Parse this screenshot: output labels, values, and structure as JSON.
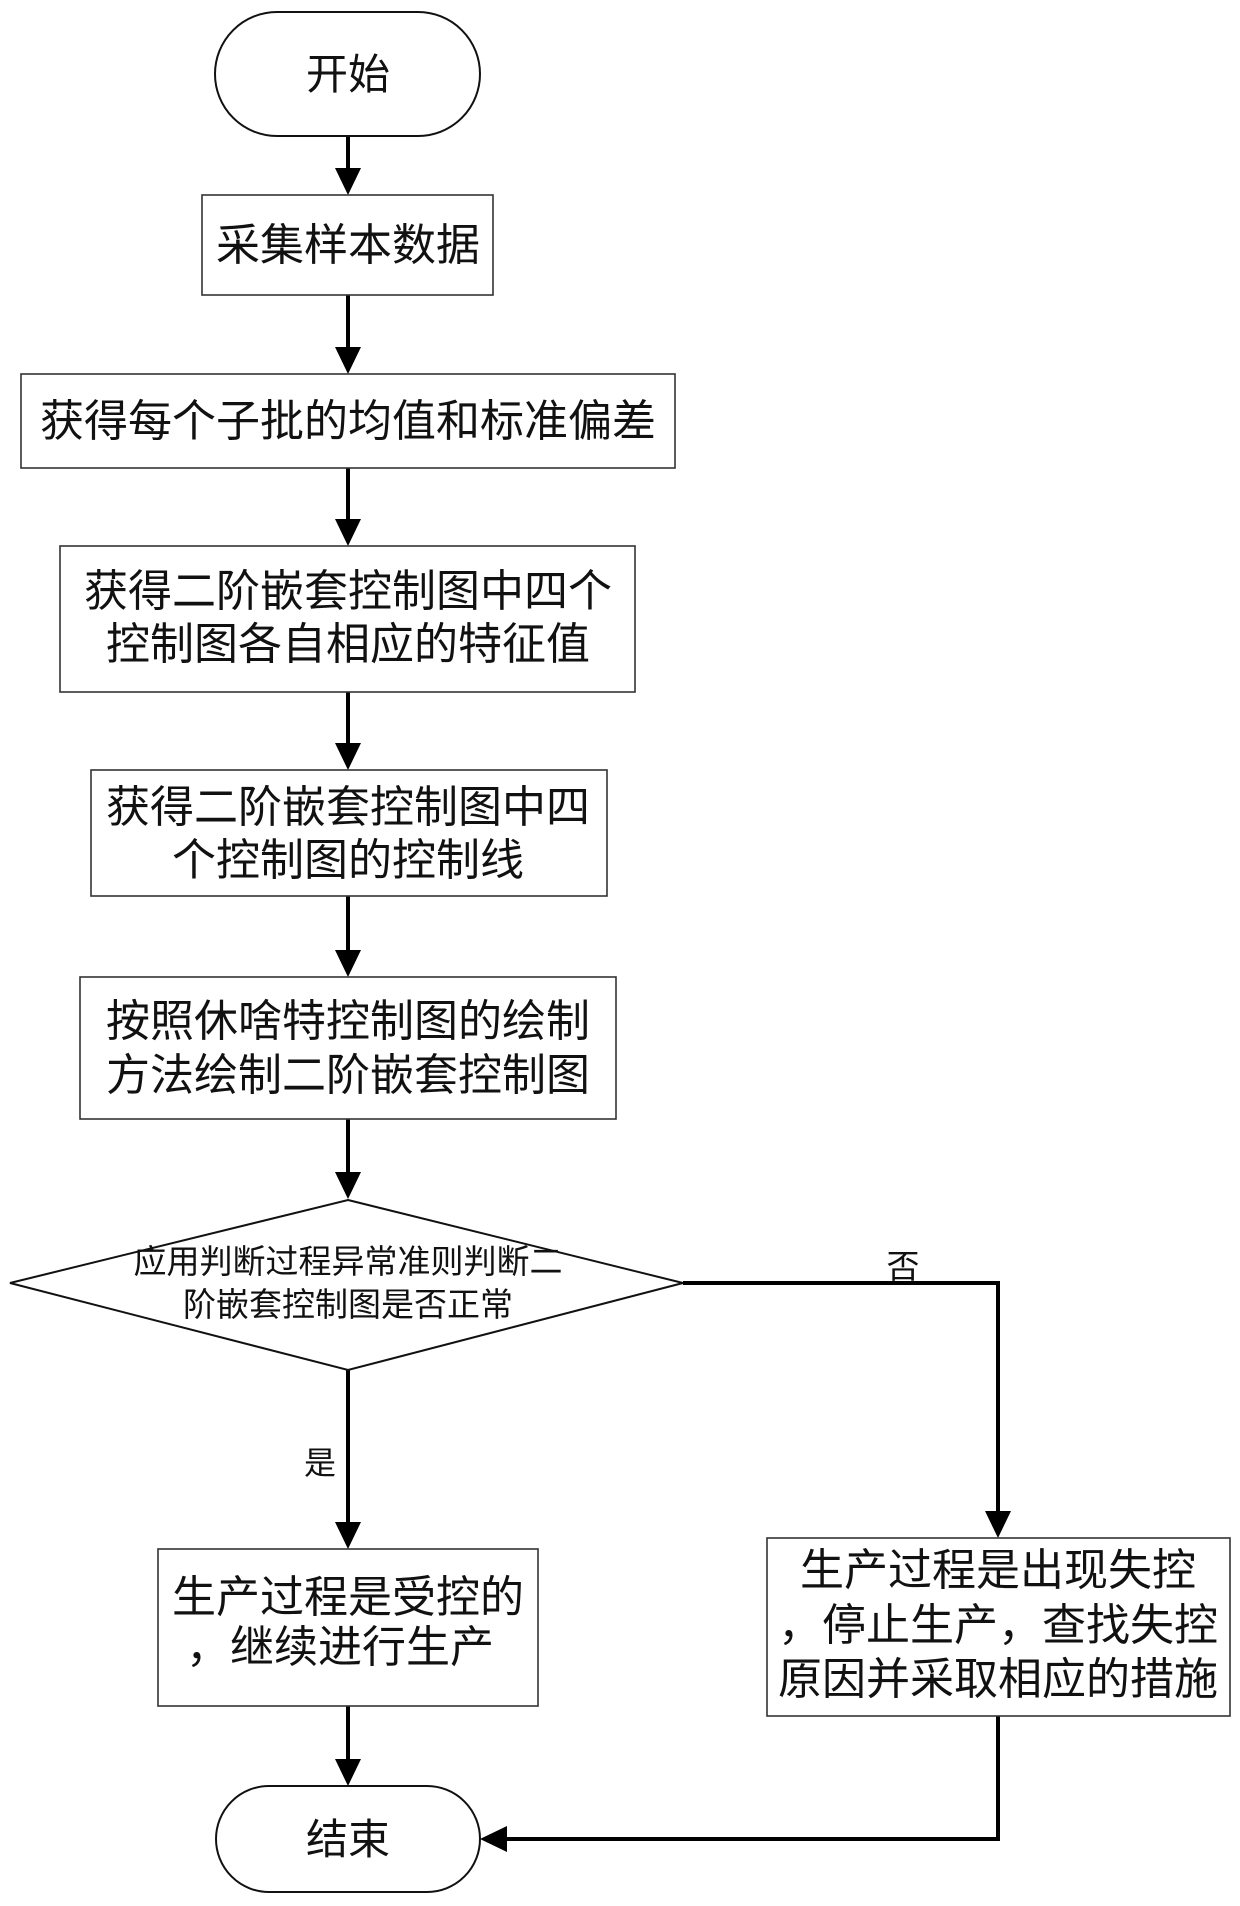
{
  "diagram": {
    "type": "flowchart",
    "nodes": {
      "start": {
        "kind": "terminator",
        "lines": [
          "开始"
        ]
      },
      "collect": {
        "kind": "process",
        "lines": [
          "采集样本数据"
        ]
      },
      "mean_std": {
        "kind": "process",
        "lines": [
          "获得每个子批的均值和标准偏差"
        ]
      },
      "features": {
        "kind": "process",
        "lines": [
          "获得二阶嵌套控制图中四个",
          "控制图各自相应的特征值"
        ]
      },
      "control_lines": {
        "kind": "process",
        "lines": [
          "获得二阶嵌套控制图中四",
          "个控制图的控制线"
        ]
      },
      "draw": {
        "kind": "process",
        "lines": [
          "按照休啥特控制图的绘制",
          "方法绘制二阶嵌套控制图"
        ]
      },
      "decision": {
        "kind": "decision",
        "lines": [
          "应用判断过程异常准则判断二",
          "阶嵌套控制图是否正常"
        ]
      },
      "in_control": {
        "kind": "process",
        "lines": [
          "生产过程是受控的",
          "，继续进行生产"
        ]
      },
      "out_of_control": {
        "kind": "process",
        "lines": [
          "生产过程是出现失控",
          "，停止生产，查找失控",
          "原因并采取相应的措施"
        ]
      },
      "end": {
        "kind": "terminator",
        "lines": [
          "结束"
        ]
      }
    },
    "edge_labels": {
      "yes": "是",
      "no": "否"
    },
    "edges": [
      {
        "from": "start",
        "to": "collect"
      },
      {
        "from": "collect",
        "to": "mean_std"
      },
      {
        "from": "mean_std",
        "to": "features"
      },
      {
        "from": "features",
        "to": "control_lines"
      },
      {
        "from": "control_lines",
        "to": "draw"
      },
      {
        "from": "draw",
        "to": "decision"
      },
      {
        "from": "decision",
        "to": "in_control",
        "label": "是"
      },
      {
        "from": "decision",
        "to": "out_of_control",
        "label": "否"
      },
      {
        "from": "in_control",
        "to": "end"
      },
      {
        "from": "out_of_control",
        "to": "end"
      }
    ]
  }
}
